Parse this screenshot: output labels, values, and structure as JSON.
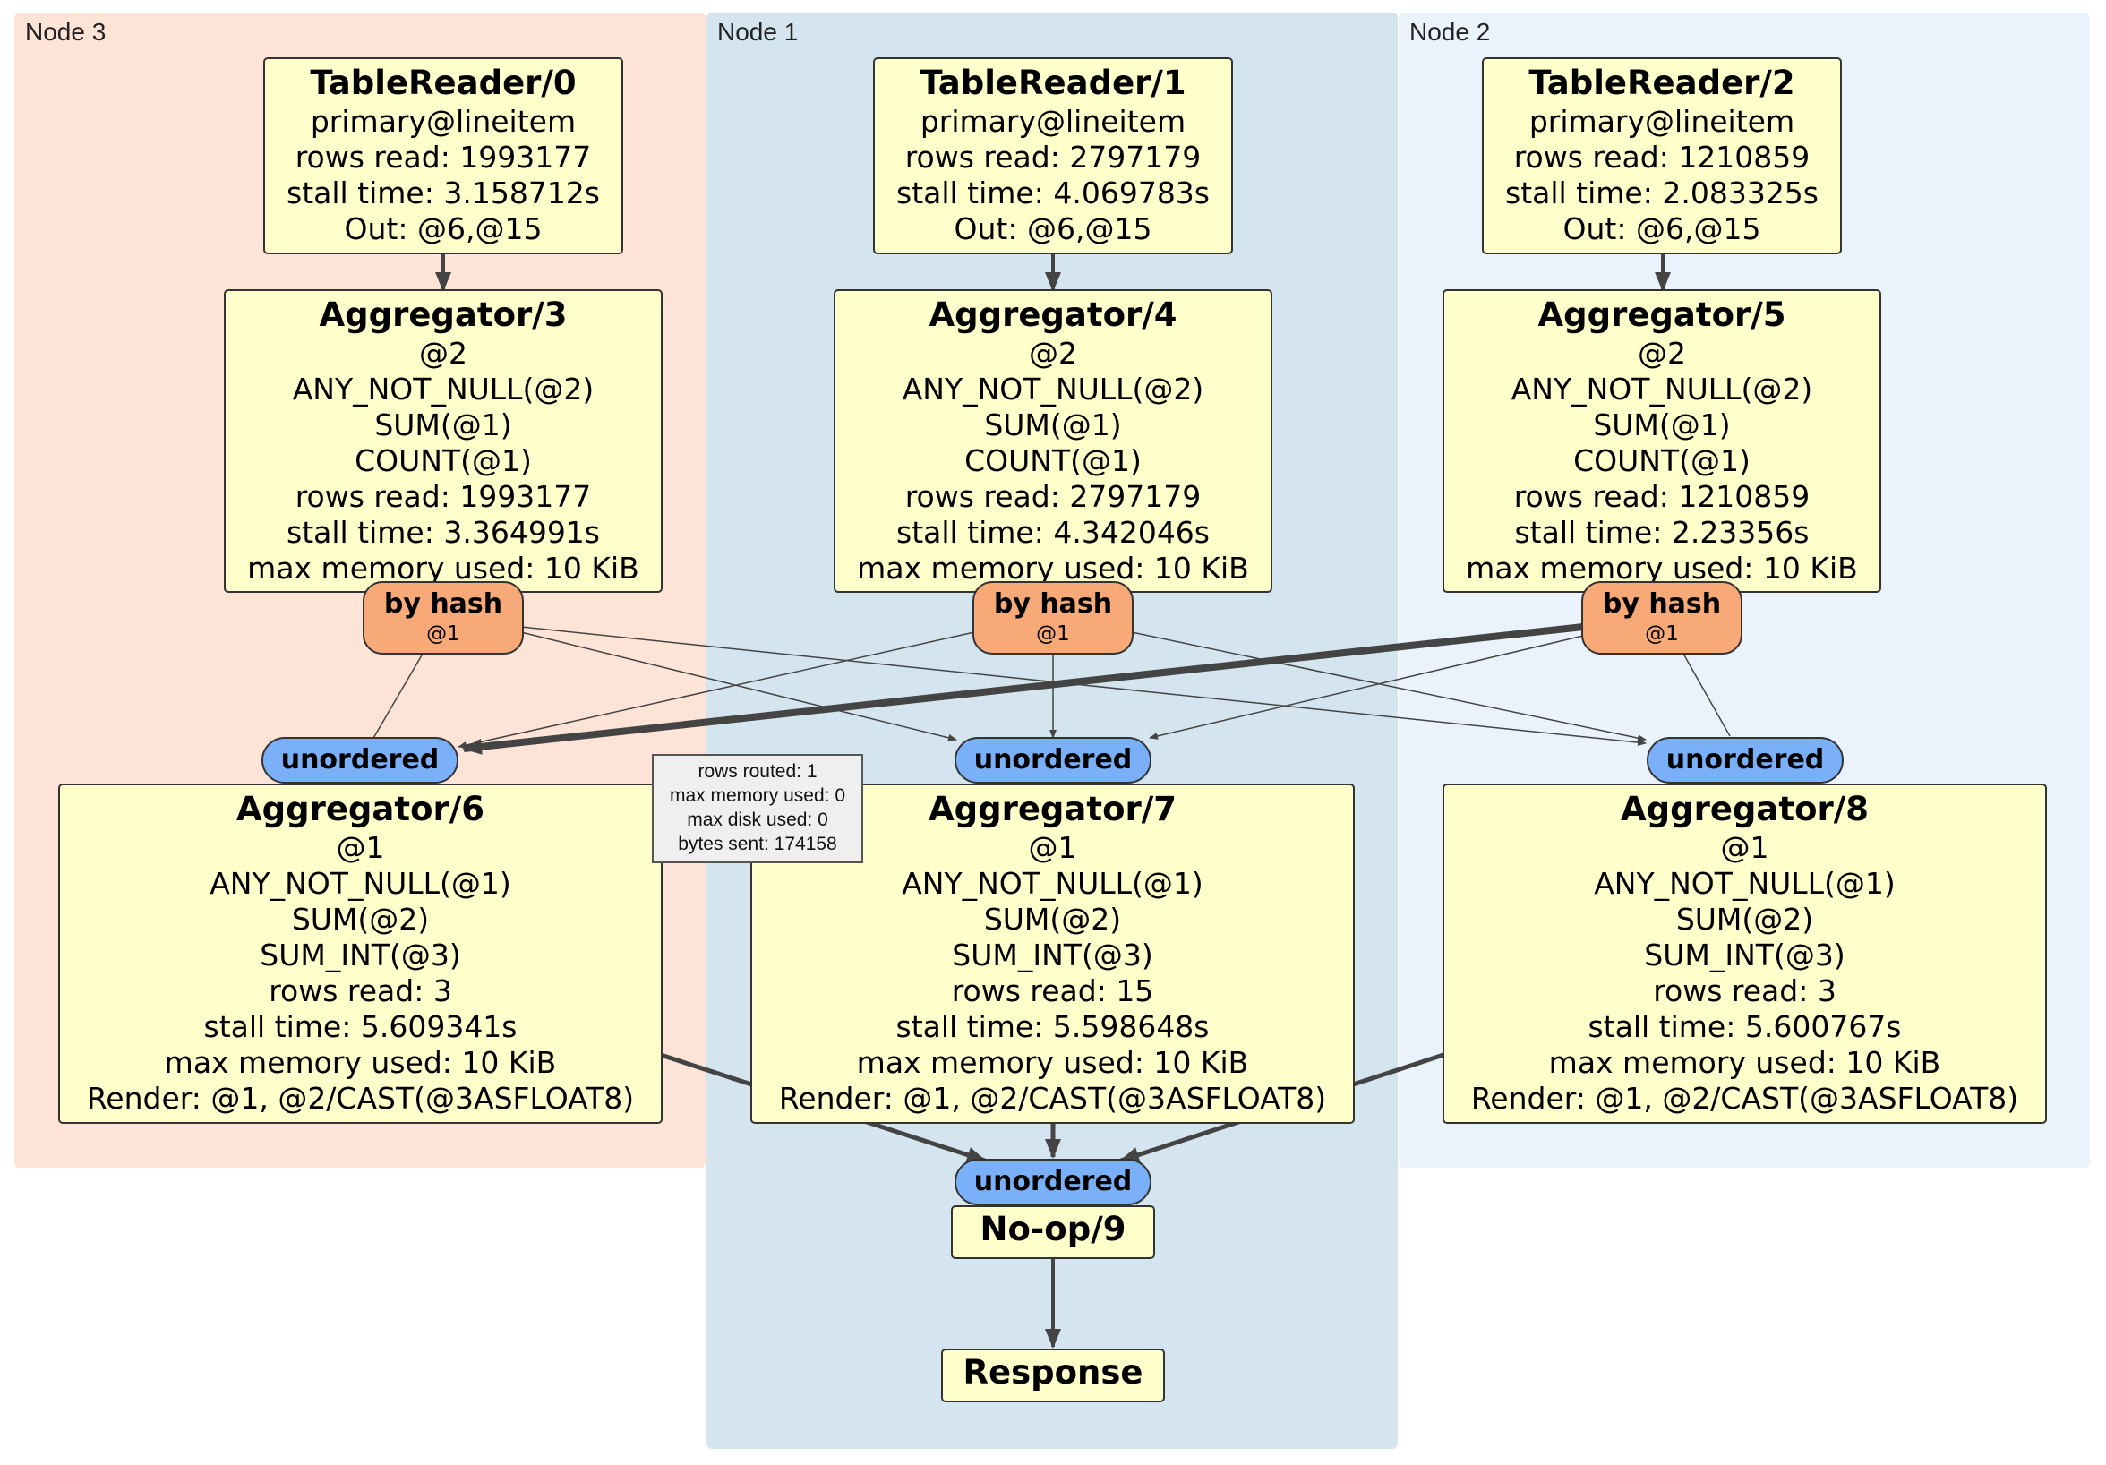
{
  "clusters": {
    "node3": "Node 3",
    "node1": "Node 1",
    "node2": "Node 2"
  },
  "readers": [
    {
      "title": "TableReader/0",
      "index": "primary@lineitem",
      "rows": "rows read: 1993177",
      "stall": "stall time: 3.158712s",
      "out": "Out: @6,@15"
    },
    {
      "title": "TableReader/1",
      "index": "primary@lineitem",
      "rows": "rows read: 2797179",
      "stall": "stall time: 4.069783s",
      "out": "Out: @6,@15"
    },
    {
      "title": "TableReader/2",
      "index": "primary@lineitem",
      "rows": "rows read: 1210859",
      "stall": "stall time: 2.083325s",
      "out": "Out: @6,@15"
    }
  ],
  "local_aggs": [
    {
      "title": "Aggregator/3",
      "group": "@2",
      "f1": "ANY_NOT_NULL(@2)",
      "f2": "SUM(@1)",
      "f3": "COUNT(@1)",
      "rows": "rows read: 1993177",
      "stall": "stall time: 3.364991s",
      "mem": "max memory used: 10 KiB"
    },
    {
      "title": "Aggregator/4",
      "group": "@2",
      "f1": "ANY_NOT_NULL(@2)",
      "f2": "SUM(@1)",
      "f3": "COUNT(@1)",
      "rows": "rows read: 2797179",
      "stall": "stall time: 4.342046s",
      "mem": "max memory used: 10 KiB"
    },
    {
      "title": "Aggregator/5",
      "group": "@2",
      "f1": "ANY_NOT_NULL(@2)",
      "f2": "SUM(@1)",
      "f3": "COUNT(@1)",
      "rows": "rows read: 1210859",
      "stall": "stall time: 2.23356s",
      "mem": "max memory used: 10 KiB"
    }
  ],
  "routers": [
    {
      "title": "by hash",
      "col": "@1"
    },
    {
      "title": "by hash",
      "col": "@1"
    },
    {
      "title": "by hash",
      "col": "@1"
    }
  ],
  "syncs": [
    "unordered",
    "unordered",
    "unordered",
    "unordered"
  ],
  "final_aggs": [
    {
      "title": "Aggregator/6",
      "group": "@1",
      "f1": "ANY_NOT_NULL(@1)",
      "f2": "SUM(@2)",
      "f3": "SUM_INT(@3)",
      "rows": "rows read: 3",
      "stall": "stall time: 5.609341s",
      "mem": "max memory used: 10 KiB",
      "render": "Render: @1, @2/CAST(@3ASFLOAT8)"
    },
    {
      "title": "Aggregator/7",
      "group": "@1",
      "f1": "ANY_NOT_NULL(@1)",
      "f2": "SUM(@2)",
      "f3": "SUM_INT(@3)",
      "rows": "rows read: 15",
      "stall": "stall time: 5.598648s",
      "mem": "max memory used: 10 KiB",
      "render": "Render: @1, @2/CAST(@3ASFLOAT8)"
    },
    {
      "title": "Aggregator/8",
      "group": "@1",
      "f1": "ANY_NOT_NULL(@1)",
      "f2": "SUM(@2)",
      "f3": "SUM_INT(@3)",
      "rows": "rows read: 3",
      "stall": "stall time: 5.600767s",
      "mem": "max memory used: 10 KiB",
      "render": "Render: @1, @2/CAST(@3ASFLOAT8)"
    }
  ],
  "noop": "No-op/9",
  "response": "Response",
  "tooltip": {
    "rows_routed": "rows routed: 1",
    "max_memory": "max memory used: 0",
    "max_disk": "max disk used: 0",
    "bytes_sent": "bytes sent: 174158"
  },
  "colors": {
    "node3_bg": "#fde4d6",
    "node1_bg": "#d5e5f0",
    "node2_bg": "#eaf2fb",
    "processor": "#ffffcc",
    "router": "#f7a978",
    "sync": "#7ab0f8"
  }
}
